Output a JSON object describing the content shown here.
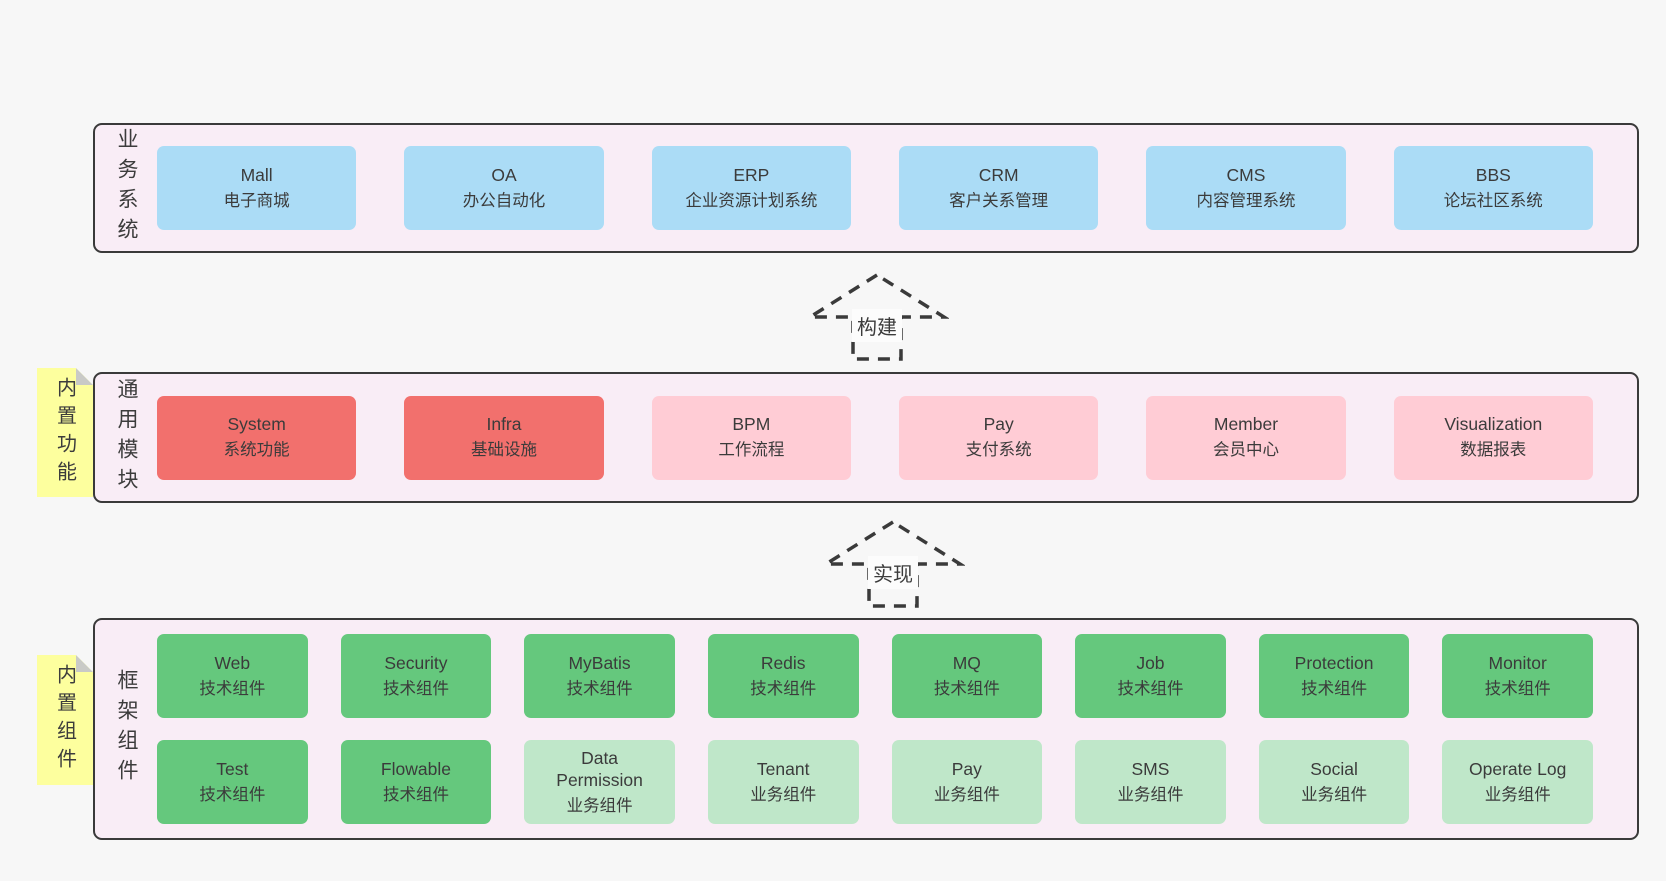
{
  "diagram": {
    "layers": {
      "business": {
        "side_label": "业务系统",
        "boxes": [
          {
            "name": "Mall",
            "desc": "电子商城"
          },
          {
            "name": "OA",
            "desc": "办公自动化"
          },
          {
            "name": "ERP",
            "desc": "企业资源计划系统"
          },
          {
            "name": "CRM",
            "desc": "客户关系管理"
          },
          {
            "name": "CMS",
            "desc": "内容管理系统"
          },
          {
            "name": "BBS",
            "desc": "论坛社区系统"
          }
        ]
      },
      "modules": {
        "sticky_label": "内置功能",
        "side_label": "通用模块",
        "boxes": [
          {
            "name": "System",
            "desc": "系统功能",
            "variant": "red"
          },
          {
            "name": "Infra",
            "desc": "基础设施",
            "variant": "red"
          },
          {
            "name": "BPM",
            "desc": "工作流程",
            "variant": "pink"
          },
          {
            "name": "Pay",
            "desc": "支付系统",
            "variant": "pink"
          },
          {
            "name": "Member",
            "desc": "会员中心",
            "variant": "pink"
          },
          {
            "name": "Visualization",
            "desc": "数据报表",
            "variant": "pink"
          }
        ]
      },
      "components": {
        "sticky_label": "内置组件",
        "side_label": "框架组件",
        "row1": [
          {
            "name": "Web",
            "desc": "技术组件",
            "variant": "green-dark"
          },
          {
            "name": "Security",
            "desc": "技术组件",
            "variant": "green-dark"
          },
          {
            "name": "MyBatis",
            "desc": "技术组件",
            "variant": "green-dark"
          },
          {
            "name": "Redis",
            "desc": "技术组件",
            "variant": "green-dark"
          },
          {
            "name": "MQ",
            "desc": "技术组件",
            "variant": "green-dark"
          },
          {
            "name": "Job",
            "desc": "技术组件",
            "variant": "green-dark"
          },
          {
            "name": "Protection",
            "desc": "技术组件",
            "variant": "green-dark"
          },
          {
            "name": "Monitor",
            "desc": "技术组件",
            "variant": "green-dark"
          }
        ],
        "row2": [
          {
            "name": "Test",
            "desc": "技术组件",
            "variant": "green-dark"
          },
          {
            "name": "Flowable",
            "desc": "技术组件",
            "variant": "green-dark"
          },
          {
            "name": "Data Permission",
            "desc": "业务组件",
            "variant": "green-light"
          },
          {
            "name": "Tenant",
            "desc": "业务组件",
            "variant": "green-light"
          },
          {
            "name": "Pay",
            "desc": "业务组件",
            "variant": "green-light"
          },
          {
            "name": "SMS",
            "desc": "业务组件",
            "variant": "green-light"
          },
          {
            "name": "Social",
            "desc": "业务组件",
            "variant": "green-light"
          },
          {
            "name": "Operate Log",
            "desc": "业务组件",
            "variant": "green-light"
          }
        ]
      }
    },
    "arrows": {
      "build": {
        "label": "构建"
      },
      "implement": {
        "label": "实现"
      }
    },
    "colors": {
      "page_background": "#f7f7f7",
      "container_fill": "#f9edf6",
      "container_border": "#3a3a3a",
      "blue_box": "#abdcf6",
      "red_box": "#f2706d",
      "pink_box": "#ffccd5",
      "green_dark_box": "#65c87d",
      "green_light_box": "#bfe7c9",
      "sticky_yellow": "#fdff9e",
      "sticky_fold_gray": "#c9cac7"
    }
  }
}
